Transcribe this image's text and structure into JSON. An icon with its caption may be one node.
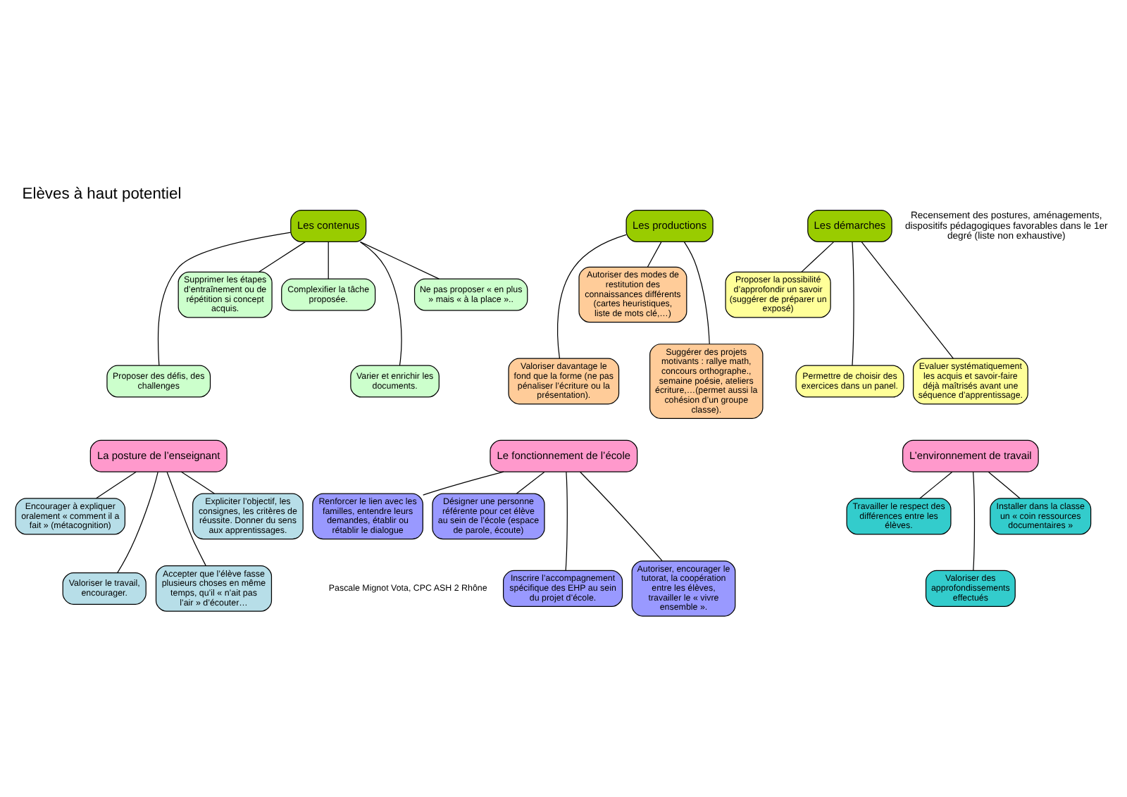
{
  "diagram": {
    "title": "Elèves à haut potentiel",
    "nodes": [
      {
        "text": [
          "Les contenus"
        ]
      },
      {
        "text": [
          "Complexifier la tâche proposée."
        ]
      },
      {
        "text": [
          "Varier et enrichir les documents."
        ]
      },
      {
        "text": [
          "Ne pas proposer « en plus » mais « à la place ».."
        ]
      },
      {
        "text": [
          "Proposer des défis, des challenges"
        ]
      },
      {
        "text": [
          "Supprimer les étapes d’entraînement ou de répétition si concept acquis."
        ]
      },
      {
        "text": [
          "Les démarches"
        ]
      },
      {
        "text": [
          "Proposer la possibilité d’approfondir un savoir (suggérer de préparer un exposé)"
        ]
      },
      {
        "text": [
          "Permettre de choisir des exercices dans un panel."
        ]
      },
      {
        "text": [
          "Evaluer systématiquement les acquis et savoir-faire déjà maîtrisés avant une séquence d’apprentissage."
        ]
      },
      {
        "text": [
          "Les productions"
        ]
      },
      {
        "text": [
          "Autoriser des modes de restitution des connaissances différents (cartes heuristiques, liste de mots clé,…)"
        ]
      },
      {
        "text": [
          "Suggérer des projets motivants : rallye math, concours orthographe., semaine poésie, ateliers écriture,…(permet aussi la cohésion d’un groupe classe)."
        ]
      },
      {
        "text": [
          "Valoriser davantage le fond que la forme (ne pas pénaliser l’écriture ou la présentation)."
        ]
      },
      {
        "text": [
          "La posture de l’enseignant"
        ]
      },
      {
        "text": [
          "Encourager à expliquer oralement « comment il a fait » (métacognition)"
        ]
      },
      {
        "text": [
          "Valoriser le travail, encourager."
        ]
      },
      {
        "text": [
          "Expliciter l’objectif, les consignes, les critères de réussite. Donner du sens aux apprentissages."
        ]
      },
      {
        "text": [
          "Accepter que l’élève fasse plusieurs choses en même temps, qu’il « n’ait pas l’air » d’écouter…"
        ]
      },
      {
        "text": [
          "L’environnement de travail"
        ]
      },
      {
        "text": [
          "Travailler le respect des différences entre les élèves."
        ]
      },
      {
        "text": [
          "Valoriser des approfondissements effectués"
        ]
      },
      {
        "text": [
          "Installer dans la classe un « coin ressources documentaires »"
        ]
      },
      {
        "text": [
          "Le fonctionnement de l’école"
        ]
      },
      {
        "text": [
          "Renforcer le lien avec les familles, entendre leurs demandes, établir ou rétablir le dialogue"
        ]
      },
      {
        "text": [
          "Inscrire l’accompagnement spécifique des EHP au sein du projet d’école."
        ]
      },
      {
        "text": [
          "Désigner une personne référente pour cet élève au sein de l’école (espace de parole, écoute)"
        ]
      },
      {
        "text": [
          "Autoriser, encourager le tutorat, la coopération entre les élèves, travailler le « vivre ensemble »."
        ]
      }
    ],
    "edges": [
      {
        "from": 0,
        "to": 1,
        "arrow": "none"
      },
      {
        "from": 0,
        "to": 2,
        "arrow": "none"
      },
      {
        "from": 0,
        "to": 3,
        "arrow": "none"
      },
      {
        "from": 0,
        "to": 4,
        "arrow": "none"
      },
      {
        "from": 0,
        "to": 5,
        "arrow": "none"
      },
      {
        "from": 6,
        "to": 7,
        "arrow": "none"
      },
      {
        "from": 6,
        "to": 8,
        "arrow": "none"
      },
      {
        "from": 6,
        "to": 9,
        "arrow": "none"
      },
      {
        "from": 10,
        "to": 11,
        "arrow": "none"
      },
      {
        "from": 10,
        "to": 12,
        "arrow": "none"
      },
      {
        "from": 10,
        "to": 13,
        "arrow": "none"
      },
      {
        "from": 14,
        "to": 15,
        "arrow": "none"
      },
      {
        "from": 14,
        "to": 16,
        "arrow": "none"
      },
      {
        "from": 14,
        "to": 17,
        "arrow": "none"
      },
      {
        "from": 14,
        "to": 18,
        "arrow": "none"
      },
      {
        "from": 19,
        "to": 20,
        "arrow": "none"
      },
      {
        "from": 19,
        "to": 21,
        "arrow": "none"
      },
      {
        "from": 19,
        "to": 22,
        "arrow": "none"
      },
      {
        "from": 23,
        "to": 24,
        "arrow": "none"
      },
      {
        "from": 23,
        "to": 25,
        "arrow": "none"
      },
      {
        "from": 23,
        "to": 26,
        "arrow": "none"
      },
      {
        "from": 23,
        "to": 27,
        "arrow": "none"
      }
    ],
    "labels": [
      "Recensement des postures, aménagements, dispositifs pédagogiques favorables dans le 1er degré (liste non exhaustive)",
      "Pascale Mignot Vota, CPC ASH 2 Rhône"
    ]
  }
}
